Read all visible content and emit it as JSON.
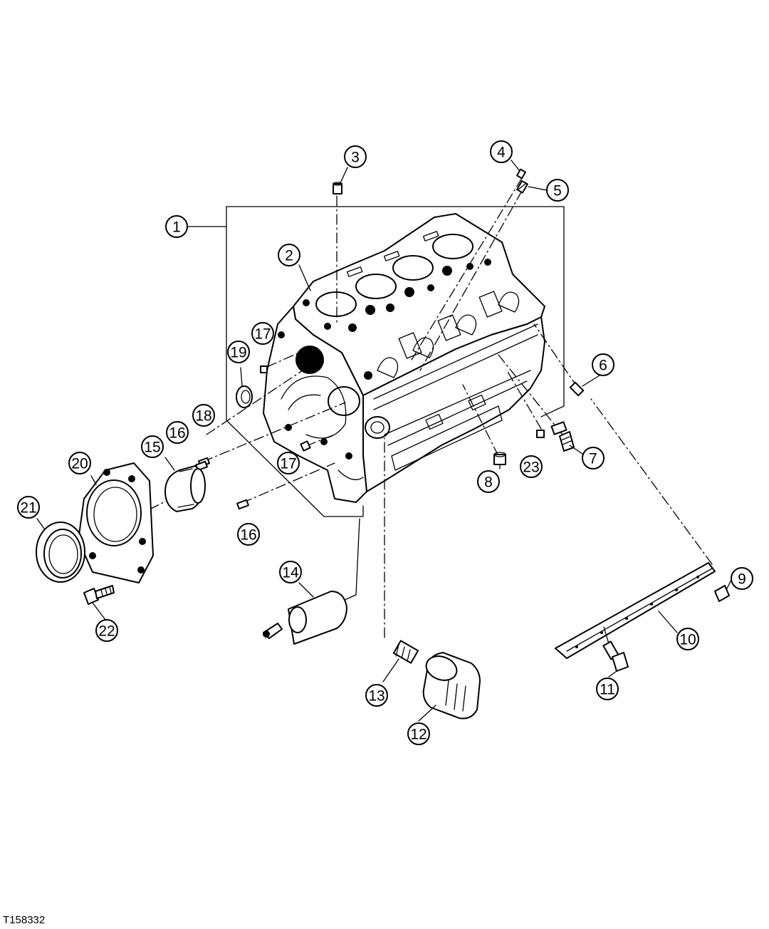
{
  "figure_ref": "T158332",
  "callouts": [
    {
      "id": "1",
      "label": "1"
    },
    {
      "id": "2",
      "label": "2"
    },
    {
      "id": "3",
      "label": "3"
    },
    {
      "id": "4",
      "label": "4"
    },
    {
      "id": "5",
      "label": "5"
    },
    {
      "id": "6",
      "label": "6"
    },
    {
      "id": "7",
      "label": "7"
    },
    {
      "id": "8",
      "label": "8"
    },
    {
      "id": "9",
      "label": "9"
    },
    {
      "id": "10",
      "label": "10"
    },
    {
      "id": "11",
      "label": "11"
    },
    {
      "id": "12",
      "label": "12"
    },
    {
      "id": "13",
      "label": "13"
    },
    {
      "id": "14",
      "label": "14"
    },
    {
      "id": "15",
      "label": "15"
    },
    {
      "id": "16a",
      "label": "16"
    },
    {
      "id": "16b",
      "label": "16"
    },
    {
      "id": "17a",
      "label": "17"
    },
    {
      "id": "17b",
      "label": "17"
    },
    {
      "id": "18",
      "label": "18"
    },
    {
      "id": "19",
      "label": "19"
    },
    {
      "id": "20",
      "label": "20"
    },
    {
      "id": "21",
      "label": "21"
    },
    {
      "id": "22",
      "label": "22"
    },
    {
      "id": "23",
      "label": "23"
    }
  ]
}
